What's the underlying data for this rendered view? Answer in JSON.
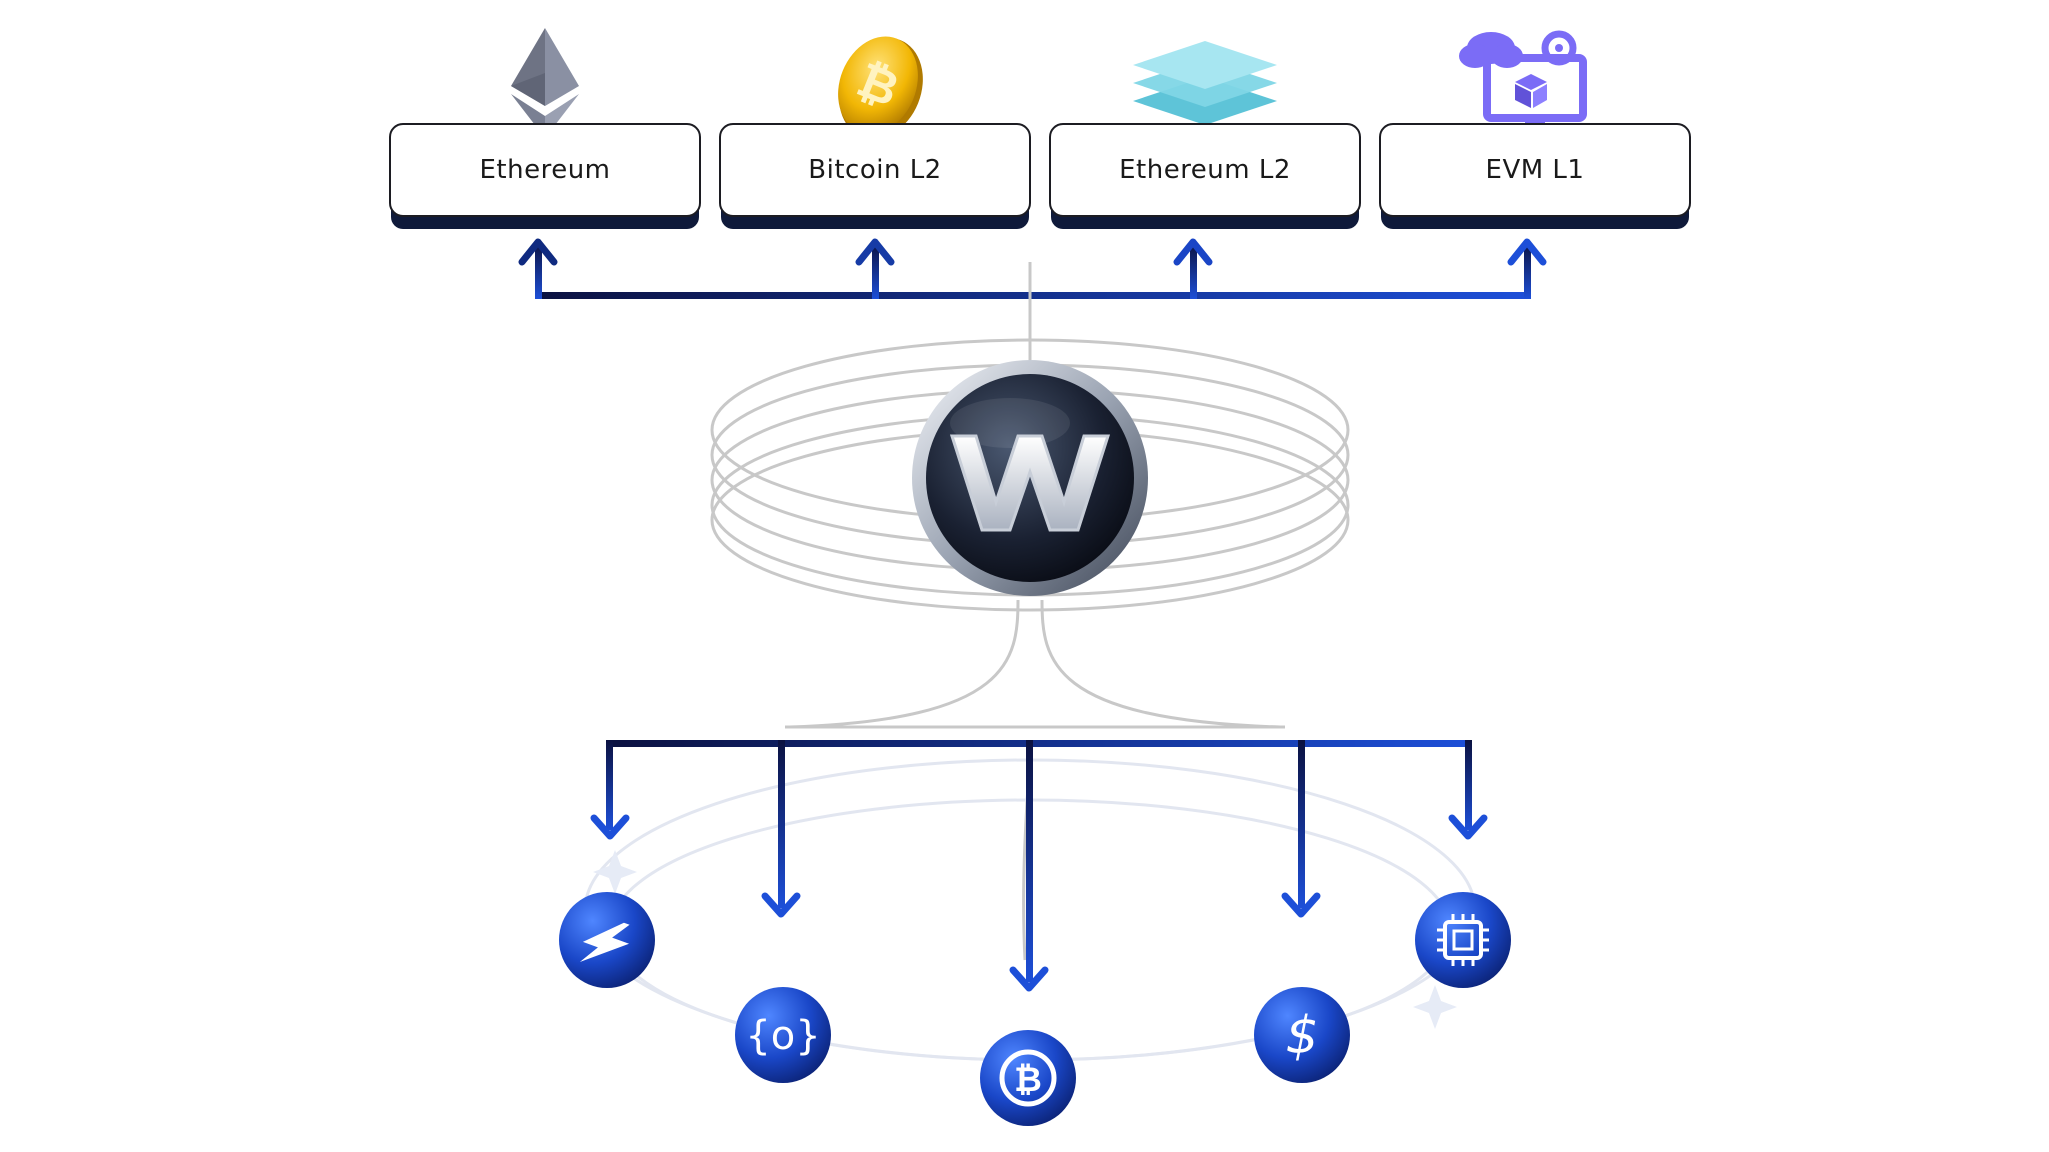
{
  "targets": [
    {
      "label": "Ethereum",
      "icon": "ethereum-icon"
    },
    {
      "label": "Bitcoin L2",
      "icon": "bitcoin-coin-icon"
    },
    {
      "label": "Ethereum L2",
      "icon": "layers-icon"
    },
    {
      "label": "EVM L1",
      "icon": "cloud-gear-monitor-icon"
    }
  ],
  "hub": {
    "icon": "w-logo-icon"
  },
  "assets": [
    {
      "icon": "lightning-icon"
    },
    {
      "icon": "braces-icon"
    },
    {
      "icon": "bitcoin-icon"
    },
    {
      "icon": "dollar-icon"
    },
    {
      "icon": "chip-icon"
    }
  ],
  "colors": {
    "accent_blue": "#1d4fd8",
    "dark_navy": "#0b1140",
    "ring_gray": "#c8c8c8",
    "layers_teal": "#7fd6e6",
    "evm_purple": "#7b6cf6",
    "bitcoin_gold": "#f2b705"
  }
}
